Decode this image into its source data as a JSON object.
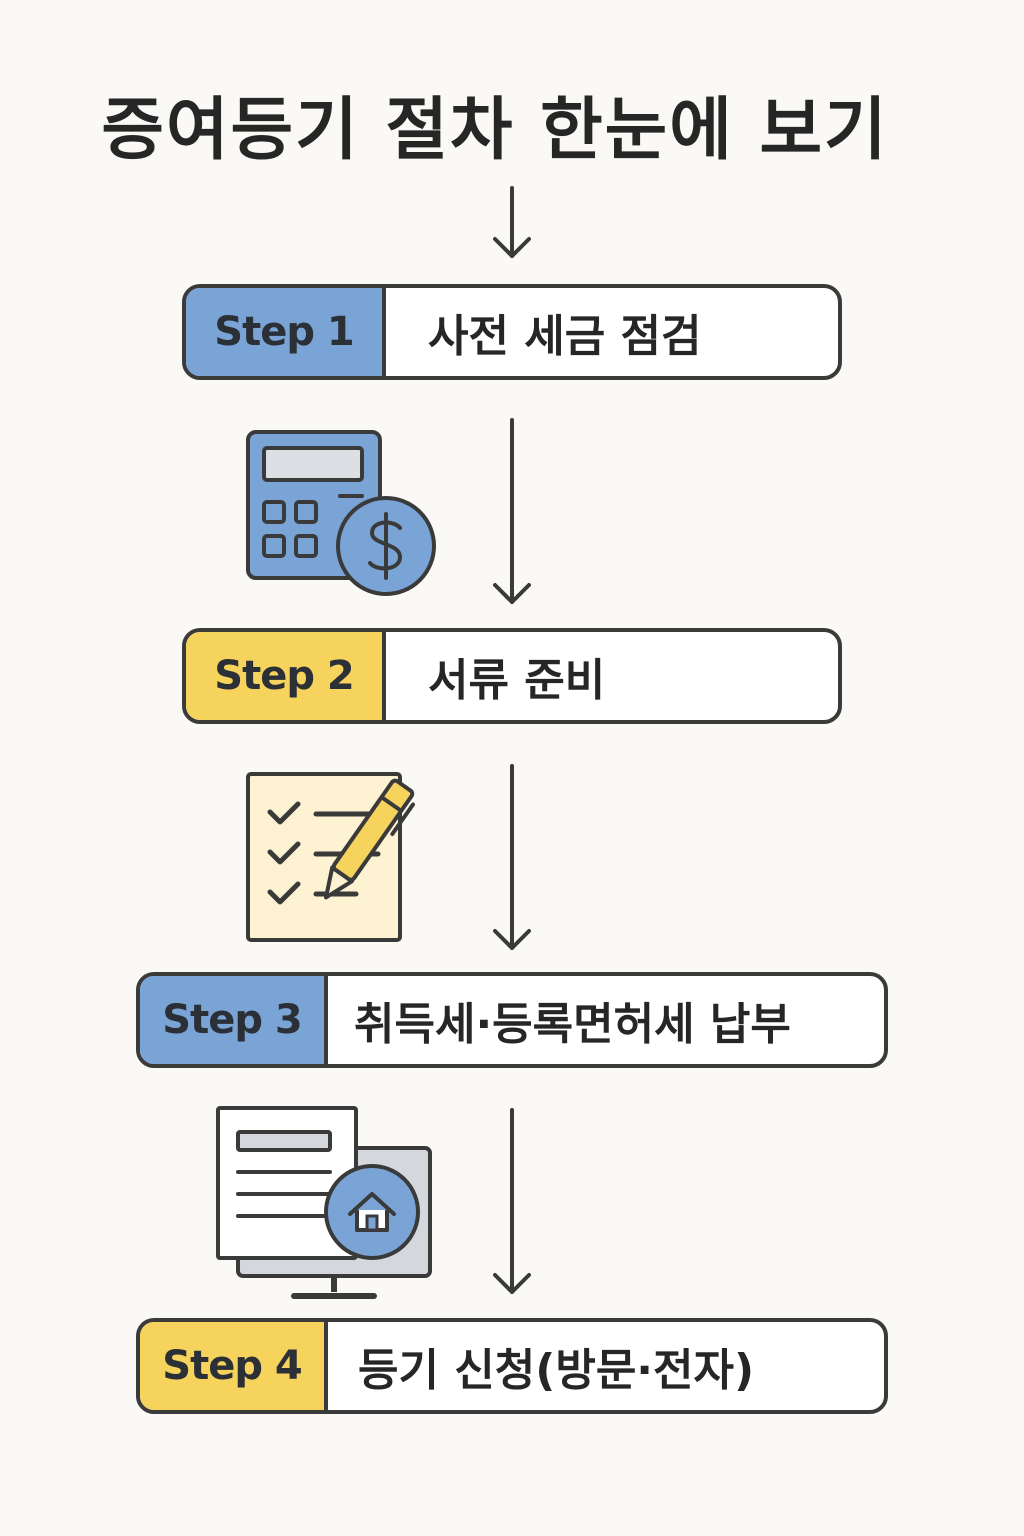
{
  "title": "증여등기 절차 한눈에 보기",
  "colors": {
    "blue": "#7aa3d6",
    "yellow": "#f5d35c",
    "outline": "#3a3a3a",
    "paper": "#fdf3d3"
  },
  "steps": [
    {
      "label": "Step 1",
      "text": "사전 세금 점검",
      "color": "blue",
      "icon": "calculator-dollar-icon"
    },
    {
      "label": "Step 2",
      "text": "서류 준비",
      "color": "yellow",
      "icon": "checklist-pencil-icon"
    },
    {
      "label": "Step 3",
      "text": "취득세·등록면허세 납부",
      "color": "blue",
      "icon": "monitor-document-house-icon"
    },
    {
      "label": "Step 4",
      "text": "등기 신청(방문·전자)",
      "color": "yellow",
      "icon": ""
    }
  ]
}
